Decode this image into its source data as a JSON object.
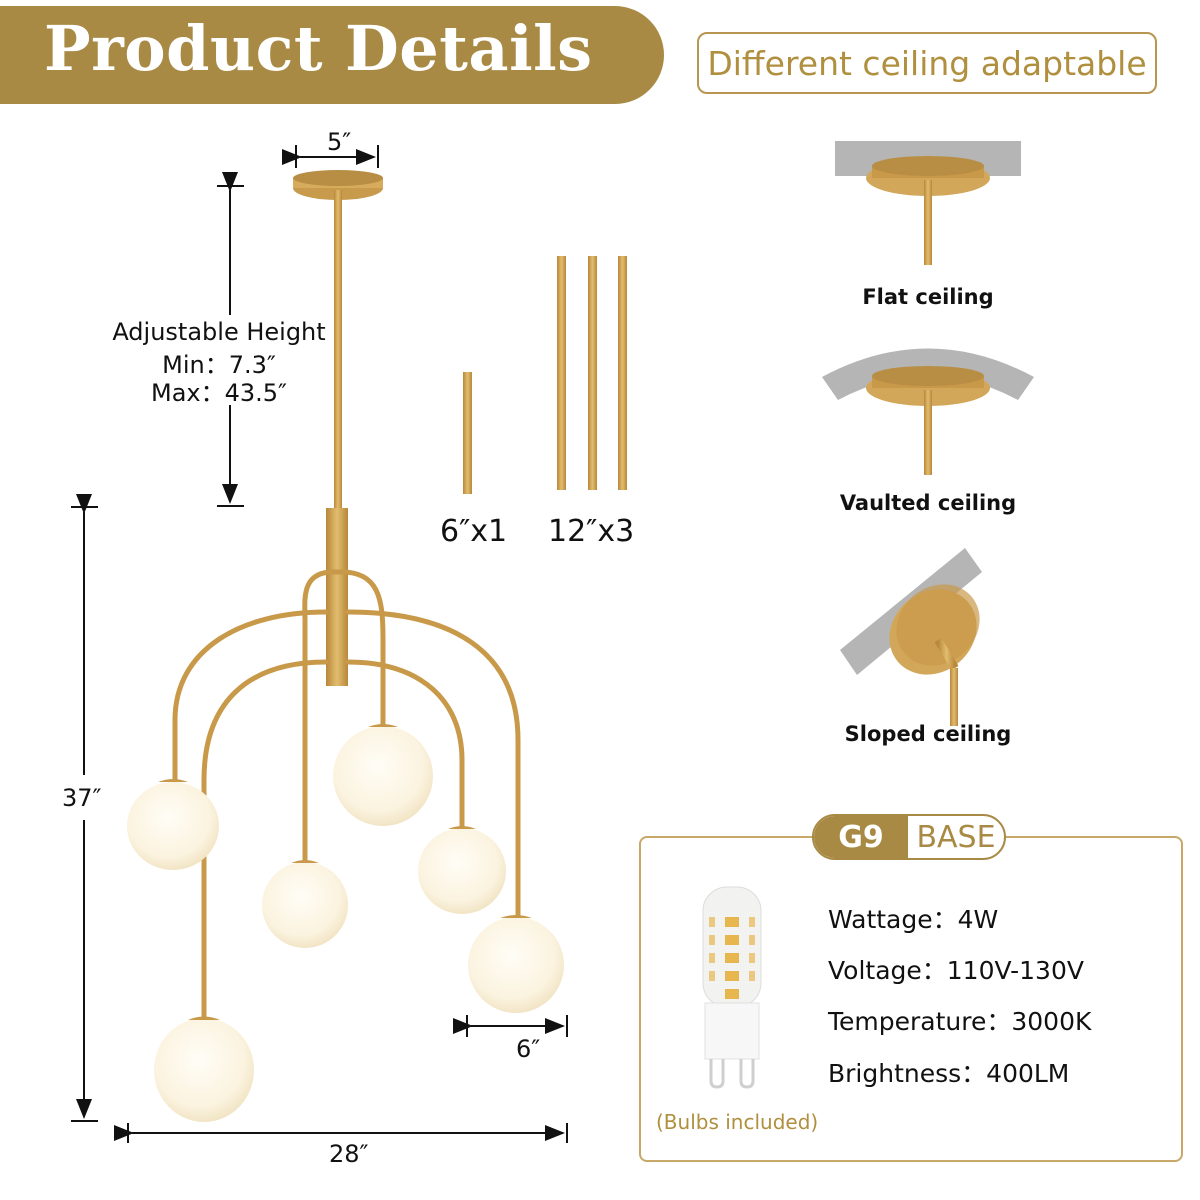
{
  "header": {
    "title": "Product Details",
    "subtitle": "Different ceiling adaptable"
  },
  "colors": {
    "brand_gold": "#a88a45",
    "subtitle_gold": "#b0903f",
    "ceiling_gray": "#b3b3b3",
    "globe_white": "#fbf5e6"
  },
  "dimensions": {
    "canopy_width": "5″",
    "adjustable_height_title": "Adjustable Height",
    "adjustable_height_min": "Min：7.3″",
    "adjustable_height_max": "Max：43.5″",
    "fixture_height": "37″",
    "fixture_width": "28″",
    "globe_diameter": "6″"
  },
  "rods": [
    {
      "label": "6″x1",
      "length": "6″",
      "count": 1
    },
    {
      "label": "12″x3",
      "length": "12″",
      "count": 3
    }
  ],
  "ceilings": [
    {
      "label": "Flat ceiling",
      "icon": "flat-ceiling-icon"
    },
    {
      "label": "Vaulted ceiling",
      "icon": "vaulted-ceiling-icon"
    },
    {
      "label": "Sloped ceiling",
      "icon": "sloped-ceiling-icon"
    }
  ],
  "bulb": {
    "base_code": "G9",
    "base_word": "BASE",
    "specs": [
      {
        "text": "Wattage：4W"
      },
      {
        "text": "Voltage：110V-130V"
      },
      {
        "text": "Temperature：3000K"
      },
      {
        "text": "Brightness：400LM"
      }
    ],
    "note": "(Bulbs included)"
  }
}
